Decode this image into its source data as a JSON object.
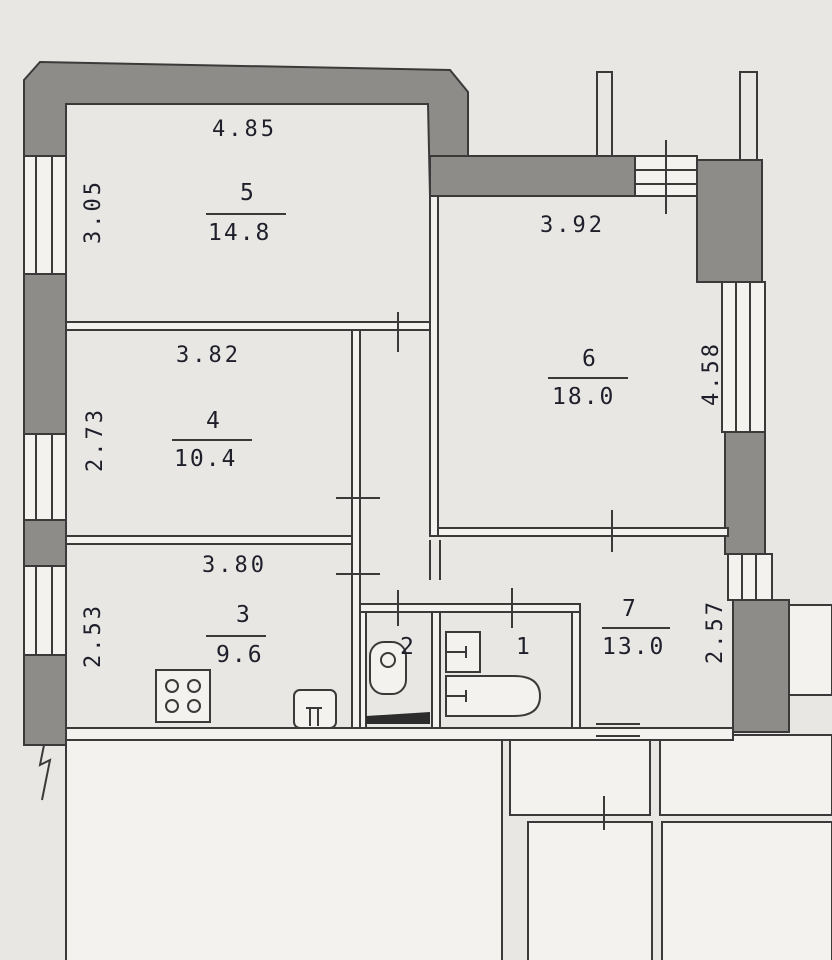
{
  "rooms": [
    {
      "number": "5",
      "area": "14.8",
      "width": "4.85",
      "depth": "3.05"
    },
    {
      "number": "4",
      "area": "10.4",
      "width": "3.82",
      "depth": "2.73"
    },
    {
      "number": "3",
      "area": "9.6",
      "width": "3.80",
      "depth": "2.53"
    },
    {
      "number": "6",
      "area": "18.0",
      "width": "3.92",
      "depth": "4.58"
    },
    {
      "number": "7",
      "area": "13.0",
      "depth": "2.57"
    },
    {
      "number": "2"
    },
    {
      "number": "1"
    }
  ]
}
